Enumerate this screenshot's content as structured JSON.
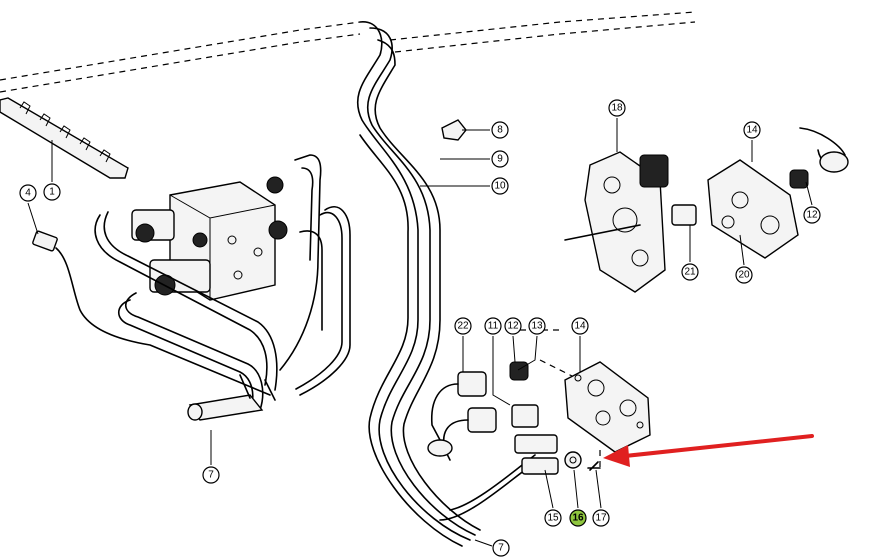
{
  "colors": {
    "highlight": "#8fc63f",
    "arrow": "#e02020",
    "ink": "#000000"
  },
  "callouts": {
    "c1": "1",
    "c4": "4",
    "c7a": "7",
    "c7b": "7",
    "c8": "8",
    "c9": "9",
    "c10": "10",
    "c18": "18",
    "c14a": "14",
    "c12a": "12",
    "c21": "21",
    "c20": "20",
    "c22": "22",
    "c11": "11",
    "c12b": "12",
    "c13": "13",
    "c14b": "14",
    "c15": "15",
    "c16": "16",
    "c17": "17"
  }
}
